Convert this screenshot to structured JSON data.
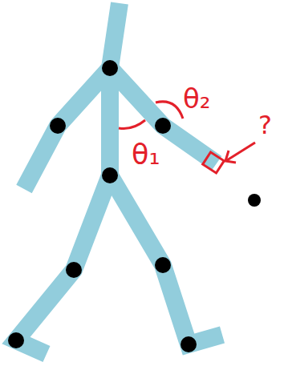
{
  "diagram": {
    "labels": [
      "θ₂",
      "θ₁",
      "?"
    ]
  }
}
